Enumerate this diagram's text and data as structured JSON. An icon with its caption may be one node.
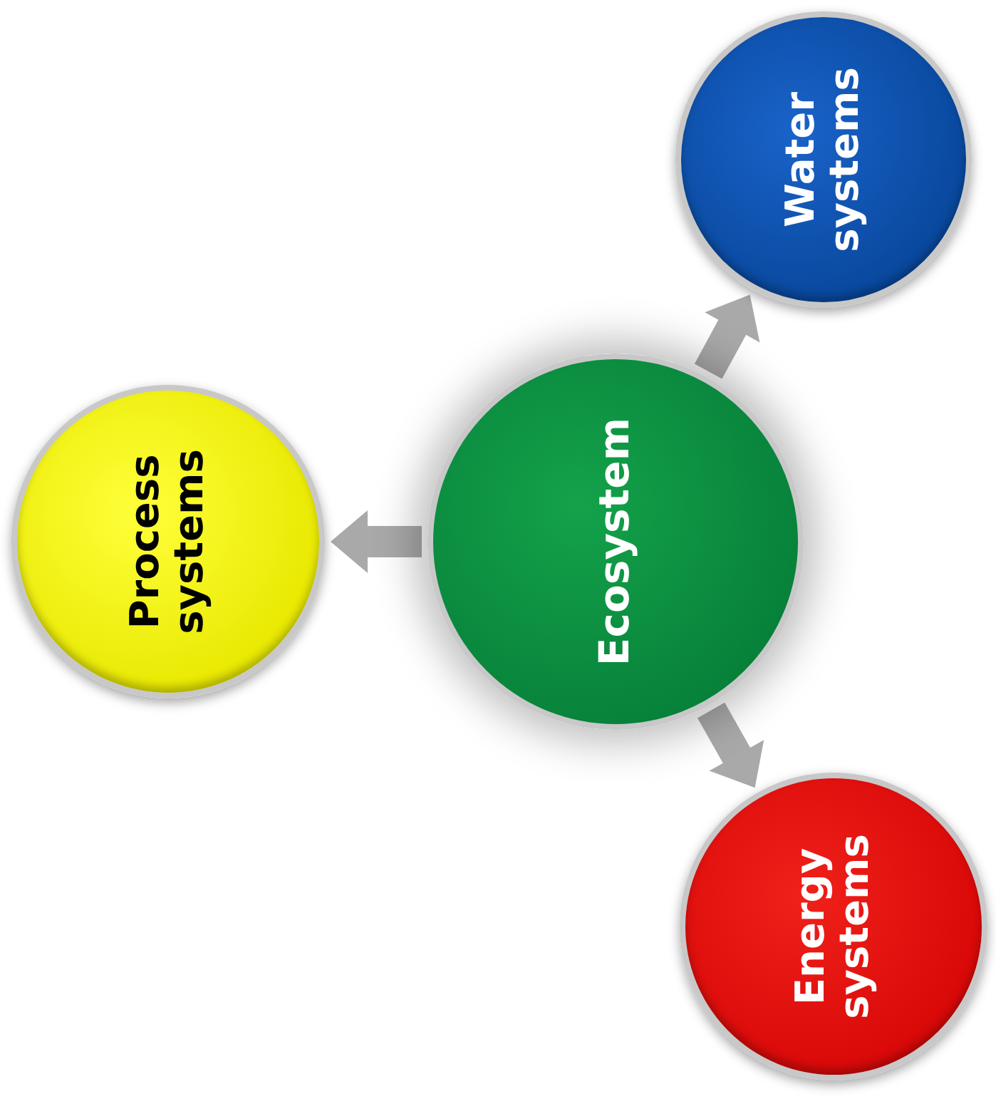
{
  "diagram": {
    "nodes": [
      {
        "text": [
          "Ecosystem"
        ]
      },
      {
        "text": [
          "Water systems"
        ]
      },
      {
        "text": [
          "Process systems"
        ]
      },
      {
        "text": [
          "Energy systems"
        ]
      }
    ],
    "edges": [
      {
        "from": 0,
        "to": 1,
        "arrow": "to",
        "style": "thick"
      },
      {
        "from": 0,
        "to": 2,
        "arrow": "to",
        "style": "thick"
      },
      {
        "from": 0,
        "to": 3,
        "arrow": "to",
        "style": "thick"
      }
    ]
  }
}
